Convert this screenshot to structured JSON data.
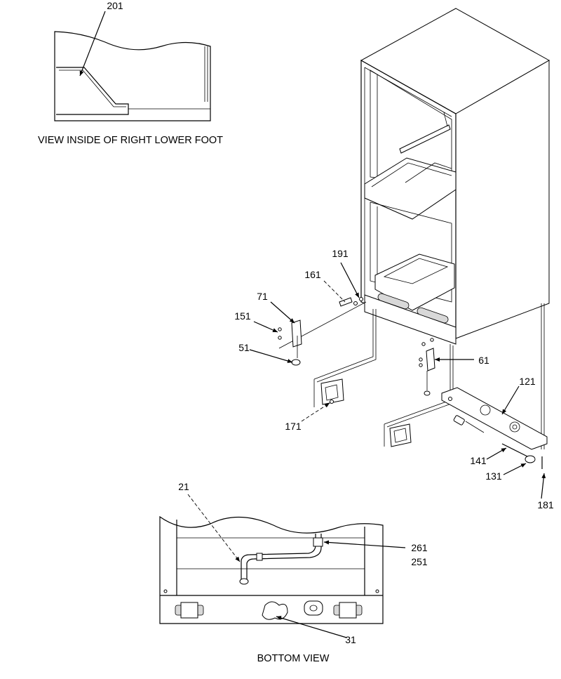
{
  "captions": {
    "inset_foot": "VIEW INSIDE OF RIGHT LOWER FOOT",
    "inset_bottom": "BOTTOM VIEW"
  },
  "callouts": {
    "c201": "201",
    "c191": "191",
    "c161": "161",
    "c71": "71",
    "c151": "151",
    "c51": "51",
    "c171": "171",
    "c61": "61",
    "c121": "121",
    "c141": "141",
    "c131": "131",
    "c181": "181",
    "c21": "21",
    "c261": "261",
    "c251": "251",
    "c31": "31"
  }
}
